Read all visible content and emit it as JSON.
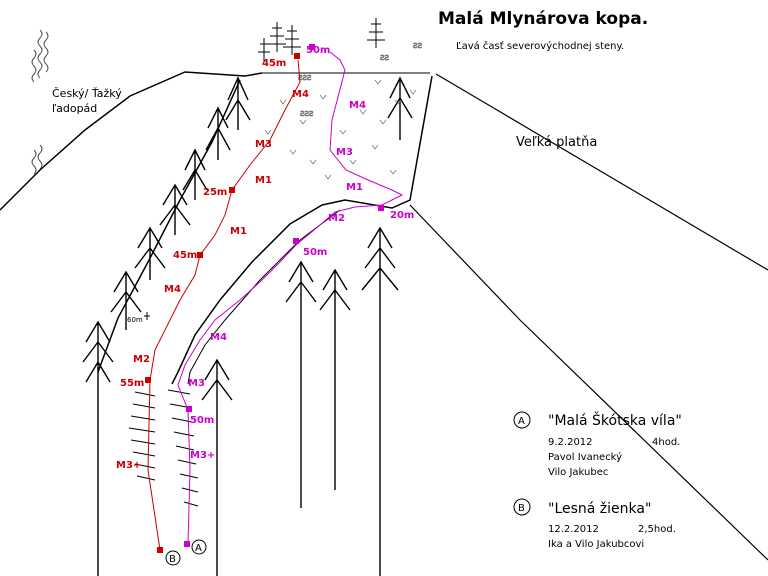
{
  "header": {
    "title": "Malá Mlynárova kopa.",
    "subtitle": "Ľavá časť severovýchodnej steny."
  },
  "labels": {
    "big_slab": "Veľká platňa",
    "waterfall_line1": "Český/ Ťažký",
    "waterfall_line2": "ľadopád",
    "small_mark": "60m"
  },
  "route_red": {
    "color": "#cc0000",
    "labels": [
      "45m",
      "M4",
      "M3",
      "M1",
      "25m",
      "M1",
      "45m",
      "M4",
      "M2",
      "55m",
      "M3+"
    ],
    "marker": "B"
  },
  "route_magenta": {
    "color": "#cc00cc",
    "labels": [
      "50m",
      "M4",
      "M3",
      "M1",
      "M2",
      "20m",
      "50m",
      "M4",
      "M3",
      "50m",
      "M3+"
    ],
    "marker": "A"
  },
  "legend": [
    {
      "marker": "A",
      "name": "\"Malá Škótska víla\"",
      "date": "9.2.2012",
      "duration": "4hod.",
      "climber1": "Pavol Ivanecký",
      "climber2": "Vilo Jakubec"
    },
    {
      "marker": "B",
      "name": "\"Lesná žienka\"",
      "date": "12.2.2012",
      "duration": "2,5hod.",
      "climber1": "Ika a Vilo Jakubcovi"
    }
  ]
}
